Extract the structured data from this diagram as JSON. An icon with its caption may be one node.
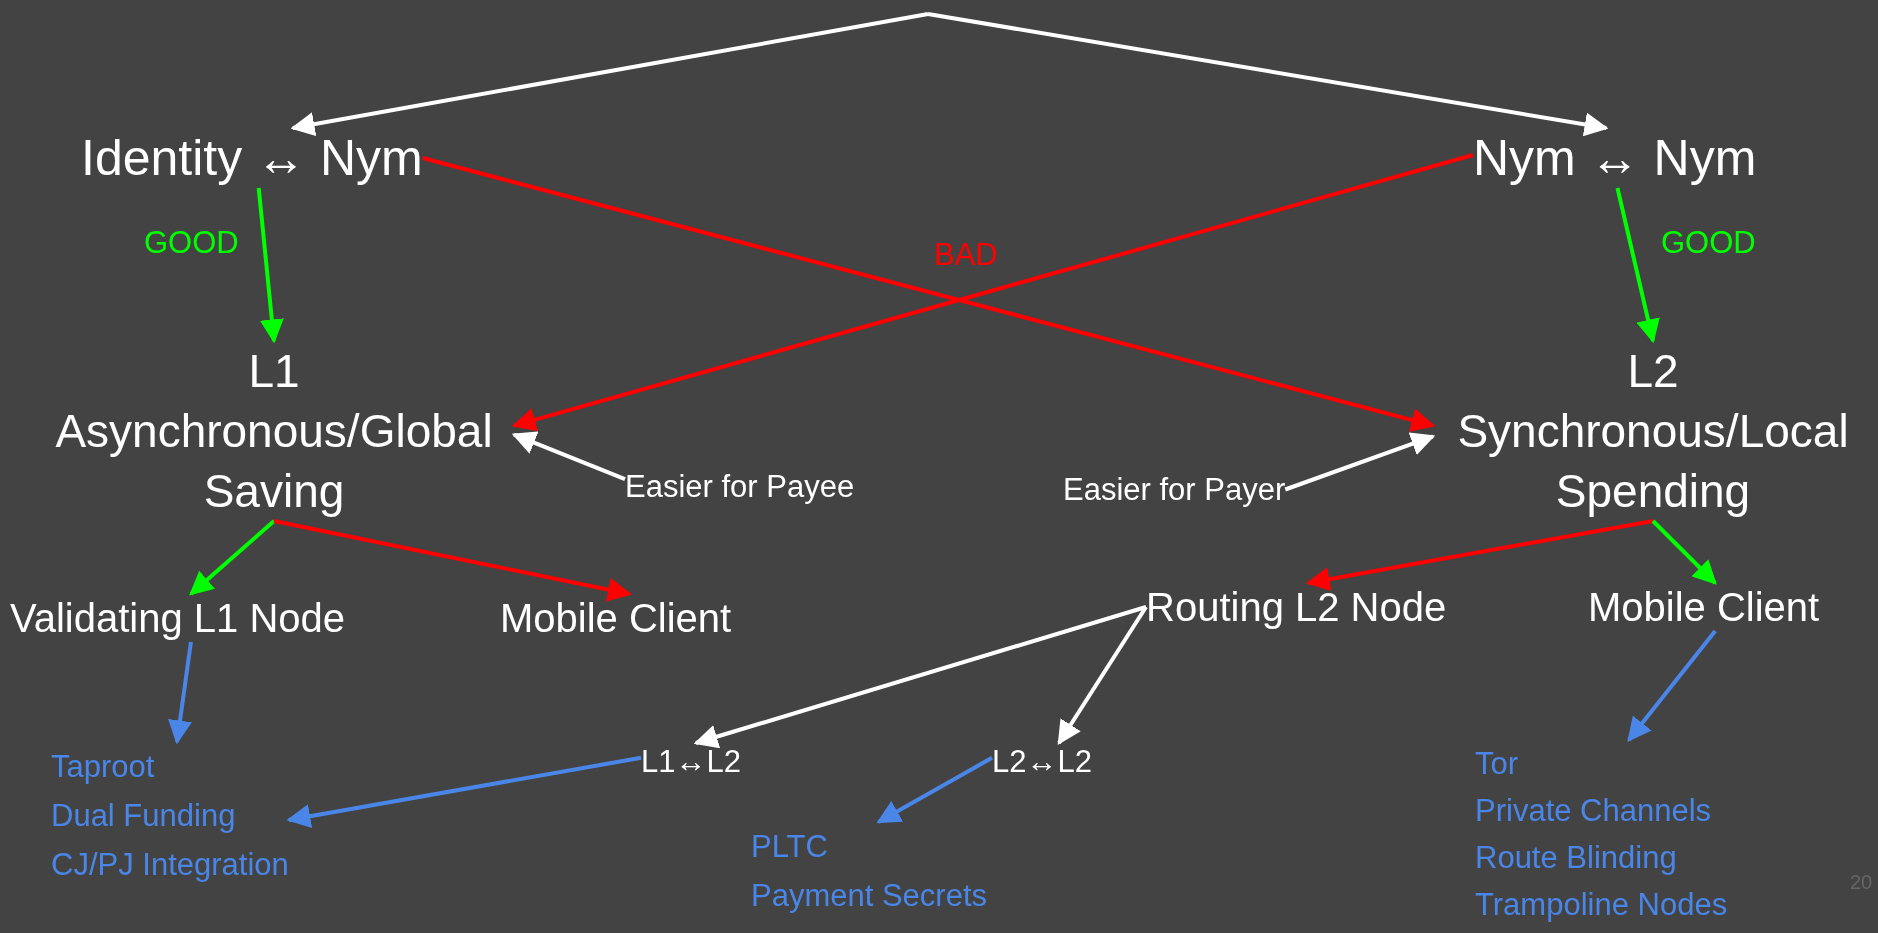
{
  "diagram": {
    "nodes": [
      {
        "text": [
          "Identity ↔ Nym"
        ]
      },
      {
        "text": [
          "Nym ↔ Nym"
        ]
      },
      {
        "text": [
          "L1 Asynchronous/Global Saving"
        ]
      },
      {
        "text": [
          "L2 Synchronous/Local Spending"
        ]
      },
      {
        "text": [
          "Easier for Payee"
        ]
      },
      {
        "text": [
          "Easier for Payer"
        ]
      },
      {
        "text": [
          "Validating L1 Node"
        ]
      },
      {
        "text": [
          "Mobile Client"
        ]
      },
      {
        "text": [
          "Routing L2 Node"
        ]
      },
      {
        "text": [
          "Mobile Client"
        ]
      },
      {
        "text": [
          "L1↔L2"
        ]
      },
      {
        "text": [
          "L2↔L2"
        ]
      },
      {
        "text": [
          "Taproot",
          "Dual Funding",
          "CJ/PJ Integration"
        ]
      },
      {
        "text": [
          "PLTC",
          "Payment Secrets"
        ]
      },
      {
        "text": [
          "Tor",
          "Private Channels",
          "Route Blinding",
          "Trampoline Nodes"
        ]
      }
    ],
    "edges": [
      {
        "from": null,
        "to": 0,
        "arrow": "to"
      },
      {
        "from": null,
        "to": 1,
        "arrow": "to"
      },
      {
        "from": 0,
        "to": 2,
        "arrow": "to",
        "label": "GOOD",
        "color": "#00ff00"
      },
      {
        "from": 1,
        "to": 3,
        "arrow": "to",
        "label": "GOOD",
        "color": "#00ff00"
      },
      {
        "from": 0,
        "to": 3,
        "arrow": "to",
        "color": "#ff0000"
      },
      {
        "from": 1,
        "to": 2,
        "arrow": "to",
        "color": "#ff0000"
      },
      {
        "from": 4,
        "to": 2,
        "arrow": "to"
      },
      {
        "from": 5,
        "to": 3,
        "arrow": "to"
      },
      {
        "from": 2,
        "to": 6,
        "arrow": "to",
        "color": "#00ff00"
      },
      {
        "from": 2,
        "to": 7,
        "arrow": "to",
        "color": "#ff0000"
      },
      {
        "from": 3,
        "to": 8,
        "arrow": "to",
        "color": "#ff0000"
      },
      {
        "from": 3,
        "to": 9,
        "arrow": "to",
        "color": "#00ff00"
      },
      {
        "from": 8,
        "to": 10,
        "arrow": "to"
      },
      {
        "from": 8,
        "to": 11,
        "arrow": "to"
      },
      {
        "from": 6,
        "to": 12,
        "arrow": "to",
        "color": "#4a86e8"
      },
      {
        "from": 10,
        "to": 12,
        "arrow": "to",
        "color": "#4a86e8"
      },
      {
        "from": 11,
        "to": 13,
        "arrow": "to",
        "color": "#4a86e8"
      },
      {
        "from": 9,
        "to": 14,
        "arrow": "to",
        "color": "#4a86e8"
      }
    ],
    "labels": [
      "BAD",
      "20"
    ]
  }
}
